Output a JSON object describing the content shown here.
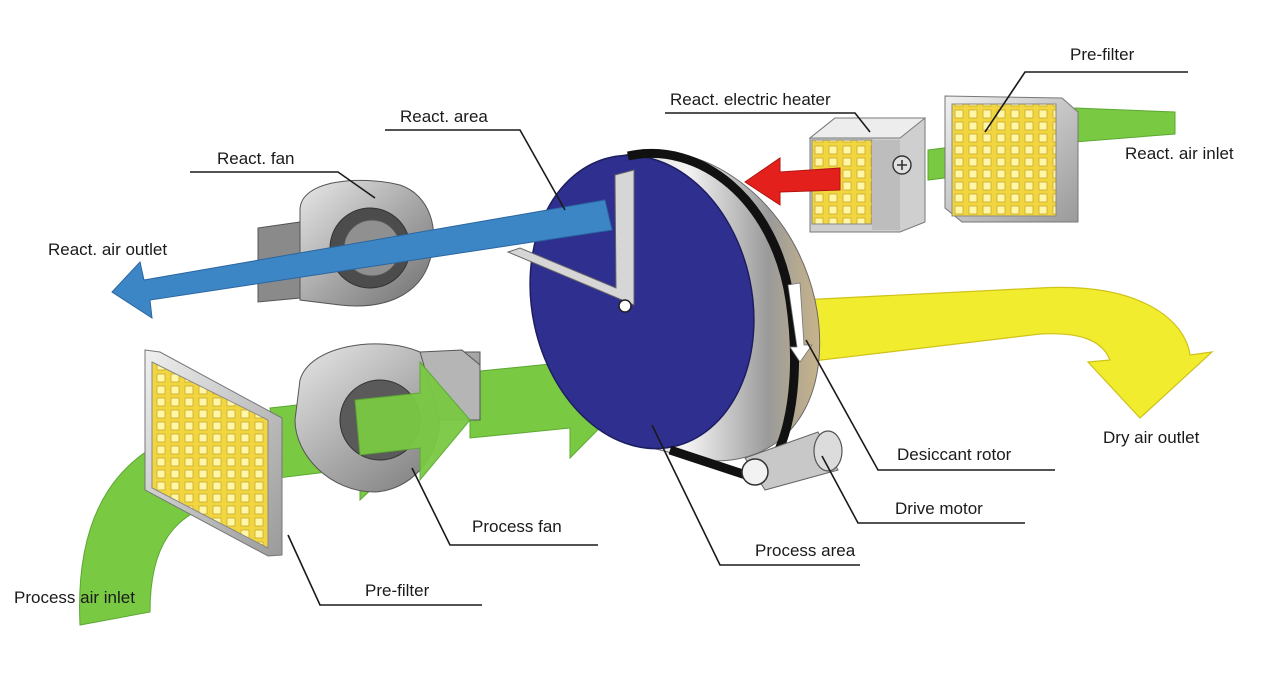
{
  "labels": {
    "react_fan": "React. fan",
    "react_area": "React. area",
    "react_electric_heater": "React. electric heater",
    "pre_filter_top": "Pre-filter",
    "react_air_inlet": "React. air inlet",
    "react_air_outlet": "React. air outlet",
    "dry_air_outlet": "Dry air outlet",
    "desiccant_rotor": "Desiccant rotor",
    "drive_motor": "Drive motor",
    "process_fan": "Process fan",
    "process_area": "Process area",
    "pre_filter_bottom": "Pre-filter",
    "process_air_inlet": "Process air inlet"
  },
  "colors": {
    "process_air": "#7ac943",
    "reactivation_outlet_air": "#3d86c6",
    "heated_air": "#e3201b",
    "dry_air": "#f2ec2e",
    "rotor_face": "#2e2f8e",
    "filter_media": "#f2d640"
  },
  "icons": {
    "heater_symbol": "plus-in-circle"
  }
}
